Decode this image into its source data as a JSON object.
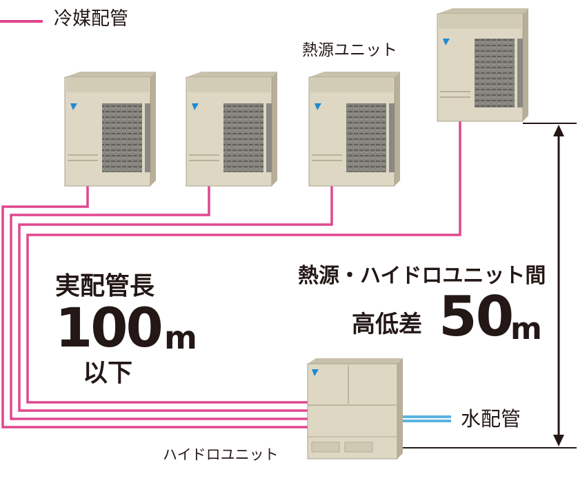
{
  "legend": {
    "refrigerant_pipe_label": "冷媒配管"
  },
  "labels": {
    "heat_source_unit": "熱源ユニット",
    "hydro_unit": "ハイドロユニット",
    "water_pipe": "水配管"
  },
  "pipe_length": {
    "title": "実配管長",
    "value": "100",
    "unit": "m",
    "suffix": "以下"
  },
  "height_difference": {
    "title": "熱源・ハイドロユニット間",
    "prefix": "高低差",
    "value": "50",
    "unit": "m"
  },
  "colors": {
    "refrigerant_pipe": "#e0478e",
    "water_pipe": "#5ab4e0",
    "unit_body": "#d9d3c0",
    "unit_shade": "#bdb59e",
    "grille": "#7d7c78",
    "brand": "#1f8ad1",
    "text": "#231815"
  }
}
